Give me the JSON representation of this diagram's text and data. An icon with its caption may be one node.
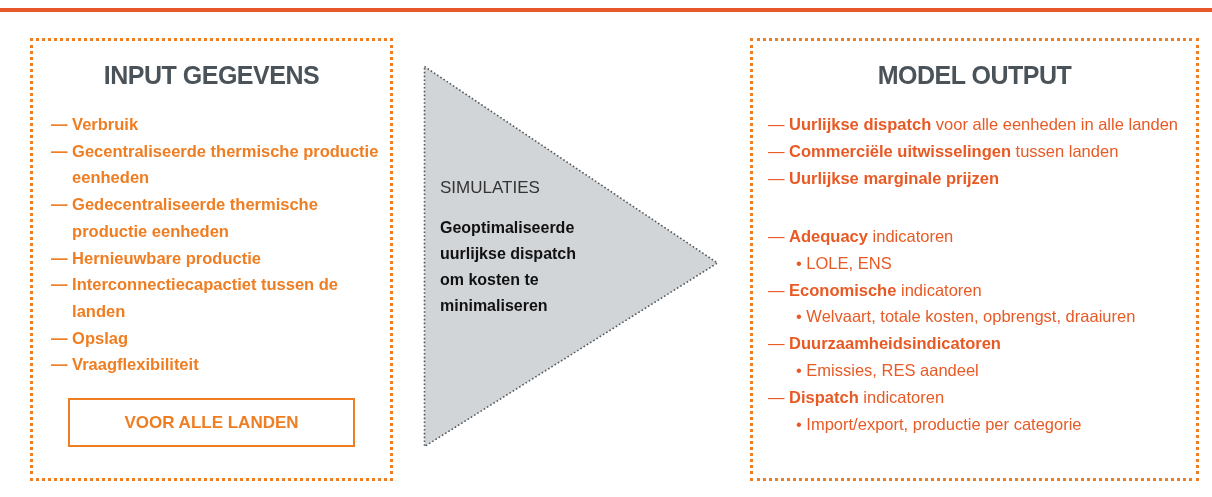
{
  "diagram": {
    "nodes": [
      {
        "text": [
          "INPUT GEGEVENS",
          "— Verbruik",
          "— Gecentraliseerde thermische productie eenheden",
          "— Gedecentraliseerde thermische productie eenheden",
          "— Hernieuwbare productie",
          "— Interconnectiecapactiet tussen de landen",
          "— Opslag",
          "— Vraagflexibiliteit"
        ]
      },
      {
        "text": [
          "VOOR ALLE LANDEN"
        ],
        "in": 0
      },
      {
        "text": [
          "SIMULATIES",
          "Geoptimaliseerde uurlijkse dispatch om kosten te minimaliseren"
        ]
      },
      {
        "text": [
          "MODEL OUTPUT",
          "— **Uurlijkse dispatch** voor alle eenheden in alle landen",
          "— **Commerciële uitwisselingen** tussen landen",
          "— **Uurlijkse marginale prijzen**",
          "— **Adequacy** indicatoren",
          "• LOLE, ENS",
          "— **Economische** indicatoren",
          "• Welvaart, totale kosten, opbrengst, draaiuren",
          "— **Duurzaamheidsindicatoren**",
          "• Emissies, RES aandeel",
          "— **Dispatch** indicatoren",
          "• Import/export, productie per categorie"
        ]
      }
    ]
  }
}
